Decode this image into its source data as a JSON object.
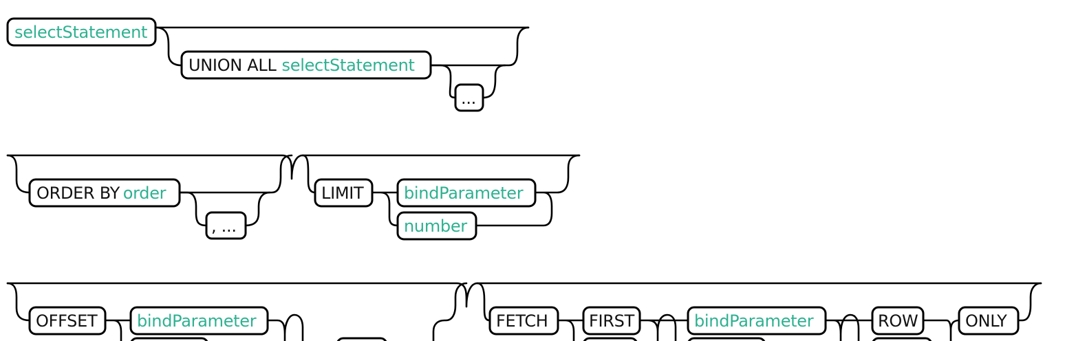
{
  "colors": {
    "keyword": "#111111",
    "reference": "#2fb191",
    "line": "#000000",
    "background": "#ffffff"
  },
  "row1": {
    "select_statement": "selectStatement",
    "union_all_keyword": "UNION ALL",
    "union_select_statement": "selectStatement",
    "repeat": "..."
  },
  "row2": {
    "order_by_keyword": "ORDER BY",
    "order_ref": "order",
    "order_repeat": ", ...",
    "limit_keyword": "LIMIT",
    "limit_bind_parameter": "bindParameter",
    "limit_number": "number"
  },
  "row3": {
    "offset_keyword": "OFFSET",
    "offset_bind_parameter": "bindParameter",
    "fetch_keyword": "FETCH",
    "first_keyword": "FIRST",
    "fetch_bind_parameter": "bindParameter",
    "row_keyword": "ROW",
    "only_keyword": "ONLY"
  }
}
